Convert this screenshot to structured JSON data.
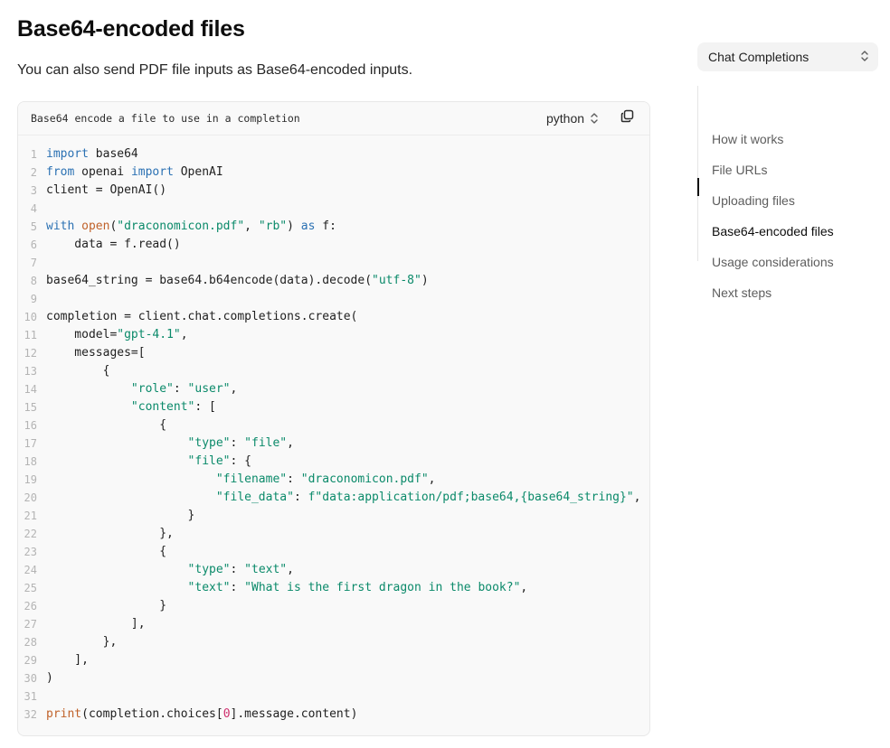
{
  "heading": "Base64-encoded files",
  "lead": "You can also send PDF file inputs as Base64-encoded inputs.",
  "code_block": {
    "title": "Base64 encode a file to use in a completion",
    "language": "python",
    "icons": {
      "language_chevron": "chevron-up-down-icon",
      "copy": "copy-icon"
    },
    "lines": [
      [
        [
          "kw",
          "import"
        ],
        [
          "",
          "  base64"
        ]
      ],
      [
        [
          "kw",
          "from"
        ],
        [
          "",
          " openai "
        ],
        [
          "kw",
          "import"
        ],
        [
          "",
          " OpenAI"
        ]
      ],
      [
        [
          "",
          "client = OpenAI()"
        ]
      ],
      [],
      [
        [
          "kw",
          "with"
        ],
        [
          "",
          " "
        ],
        [
          "fn",
          "open"
        ],
        [
          "",
          "("
        ],
        [
          "st",
          "\"draconomicon.pdf\""
        ],
        [
          "",
          ", "
        ],
        [
          "st",
          "\"rb\""
        ],
        [
          "",
          ") "
        ],
        [
          "kw",
          "as"
        ],
        [
          "",
          " f:"
        ]
      ],
      [
        [
          "",
          "    data = f.read()"
        ]
      ],
      [],
      [
        [
          "",
          "base64_string = base64.b64encode(data).decode("
        ],
        [
          "st",
          "\"utf-8\""
        ],
        [
          "",
          ")"
        ]
      ],
      [],
      [
        [
          "",
          "completion = client.chat.completions.create("
        ]
      ],
      [
        [
          "",
          "    model="
        ],
        [
          "st",
          "\"gpt-4.1\""
        ],
        [
          "",
          ","
        ]
      ],
      [
        [
          "",
          "    messages=["
        ]
      ],
      [
        [
          "",
          "        {"
        ]
      ],
      [
        [
          "",
          "            "
        ],
        [
          "st",
          "\"role\""
        ],
        [
          "",
          ": "
        ],
        [
          "st",
          "\"user\""
        ],
        [
          "",
          ","
        ]
      ],
      [
        [
          "",
          "            "
        ],
        [
          "st",
          "\"content\""
        ],
        [
          "",
          ": ["
        ]
      ],
      [
        [
          "",
          "                {"
        ]
      ],
      [
        [
          "",
          "                    "
        ],
        [
          "st",
          "\"type\""
        ],
        [
          "",
          ": "
        ],
        [
          "st",
          "\"file\""
        ],
        [
          "",
          ","
        ]
      ],
      [
        [
          "",
          "                    "
        ],
        [
          "st",
          "\"file\""
        ],
        [
          "",
          ": {"
        ]
      ],
      [
        [
          "",
          "                        "
        ],
        [
          "st",
          "\"filename\""
        ],
        [
          "",
          ": "
        ],
        [
          "st",
          "\"draconomicon.pdf\""
        ],
        [
          "",
          ","
        ]
      ],
      [
        [
          "",
          "                        "
        ],
        [
          "st",
          "\"file_data\""
        ],
        [
          "",
          ": "
        ],
        [
          "st",
          "f\"data:application/pdf;base64,{base64_string}\""
        ],
        [
          "",
          ","
        ]
      ],
      [
        [
          "",
          "                    }"
        ]
      ],
      [
        [
          "",
          "                },"
        ]
      ],
      [
        [
          "",
          "                {"
        ]
      ],
      [
        [
          "",
          "                    "
        ],
        [
          "st",
          "\"type\""
        ],
        [
          "",
          ": "
        ],
        [
          "st",
          "\"text\""
        ],
        [
          "",
          ","
        ]
      ],
      [
        [
          "",
          "                    "
        ],
        [
          "st",
          "\"text\""
        ],
        [
          "",
          ": "
        ],
        [
          "st",
          "\"What is the first dragon in the book?\""
        ],
        [
          "",
          ","
        ]
      ],
      [
        [
          "",
          "                }"
        ]
      ],
      [
        [
          "",
          "            ],"
        ]
      ],
      [
        [
          "",
          "        },"
        ]
      ],
      [
        [
          "",
          "    ],"
        ]
      ],
      [
        [
          "",
          ")"
        ]
      ],
      [],
      [
        [
          "fn",
          "print"
        ],
        [
          "",
          "(completion.choices["
        ],
        [
          "nm",
          "0"
        ],
        [
          "",
          "].message.content)"
        ]
      ]
    ]
  },
  "sidebar": {
    "selector_label": "Chat Completions",
    "selector_icon": "chevron-up-down-icon",
    "toc": [
      {
        "label": "How it works",
        "active": false
      },
      {
        "label": "File URLs",
        "active": false
      },
      {
        "label": "Uploading files",
        "active": false
      },
      {
        "label": "Base64-encoded files",
        "active": true
      },
      {
        "label": "Usage considerations",
        "active": false
      },
      {
        "label": "Next steps",
        "active": false
      }
    ]
  },
  "colors": {
    "keyword": "#2b71b3",
    "builtin": "#c0622a",
    "string": "#0b8a6a",
    "number": "#d0306e",
    "line_number": "#b4b4b4"
  }
}
